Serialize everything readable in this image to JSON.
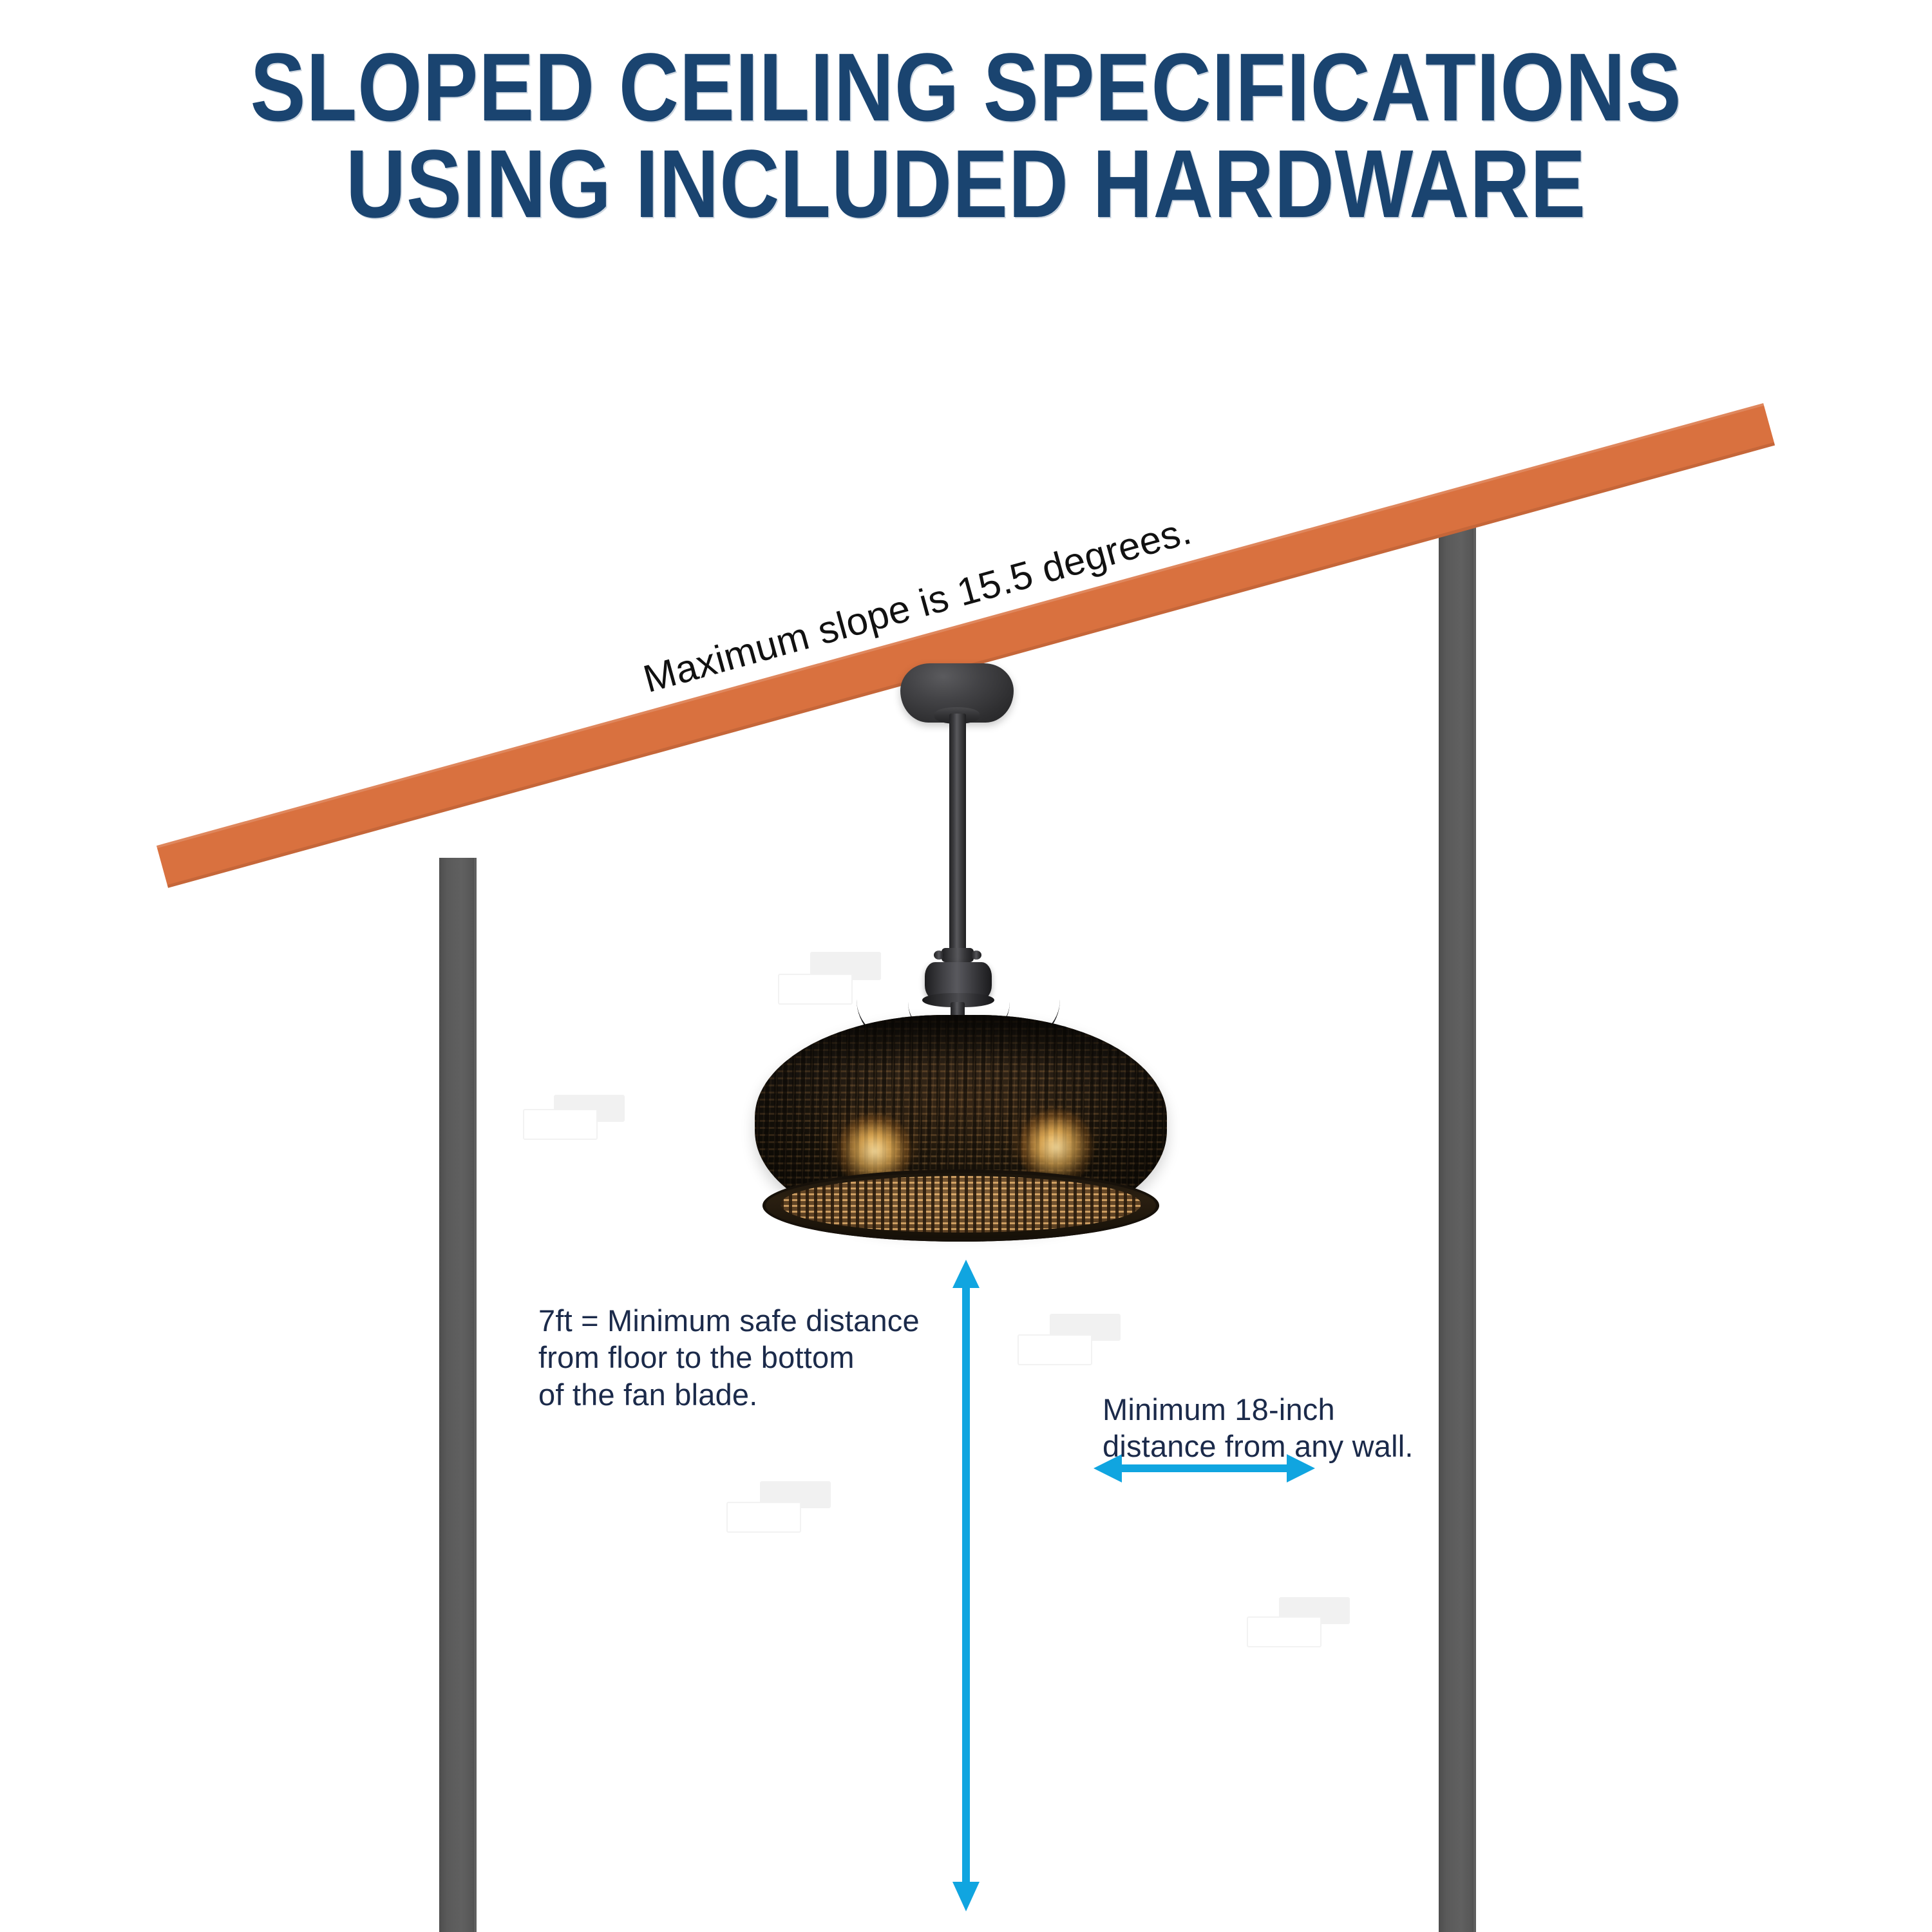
{
  "title": {
    "line1": "SLOPED CEILING SPECIFICATIONS",
    "line2": "USING INCLUDED HARDWARE"
  },
  "annotations": {
    "slope_label": "Maximum slope is 15.5 degrees.",
    "floor_clearance": "7ft = Minimum safe distance\nfrom floor to the bottom\nof the fan blade.",
    "wall_clearance": "Minimum 18-inch\ndistance from any wall."
  },
  "spec_values": {
    "max_slope_degrees": "15.5",
    "min_floor_clearance": "7ft",
    "min_wall_distance": "18-inch"
  },
  "colors": {
    "title_navy": "#1A4470",
    "callout_navy": "#1B2A4A",
    "ceiling_orange": "#D9713F",
    "wall_gray": "#5A5A5A",
    "arrow_cyan": "#10A5E0",
    "fixture_dark": "#232325",
    "background": "#FFFFFF"
  },
  "icons": {
    "vertical_arrow": "double-headed-vertical-arrow",
    "horizontal_arrow": "double-headed-horizontal-arrow"
  },
  "fixture": {
    "name": "rattan-drum-ceiling-fan-light",
    "parts": [
      "canopy",
      "downrod",
      "fitter",
      "wicker-drum-shade",
      "illuminated-bulbs"
    ]
  }
}
